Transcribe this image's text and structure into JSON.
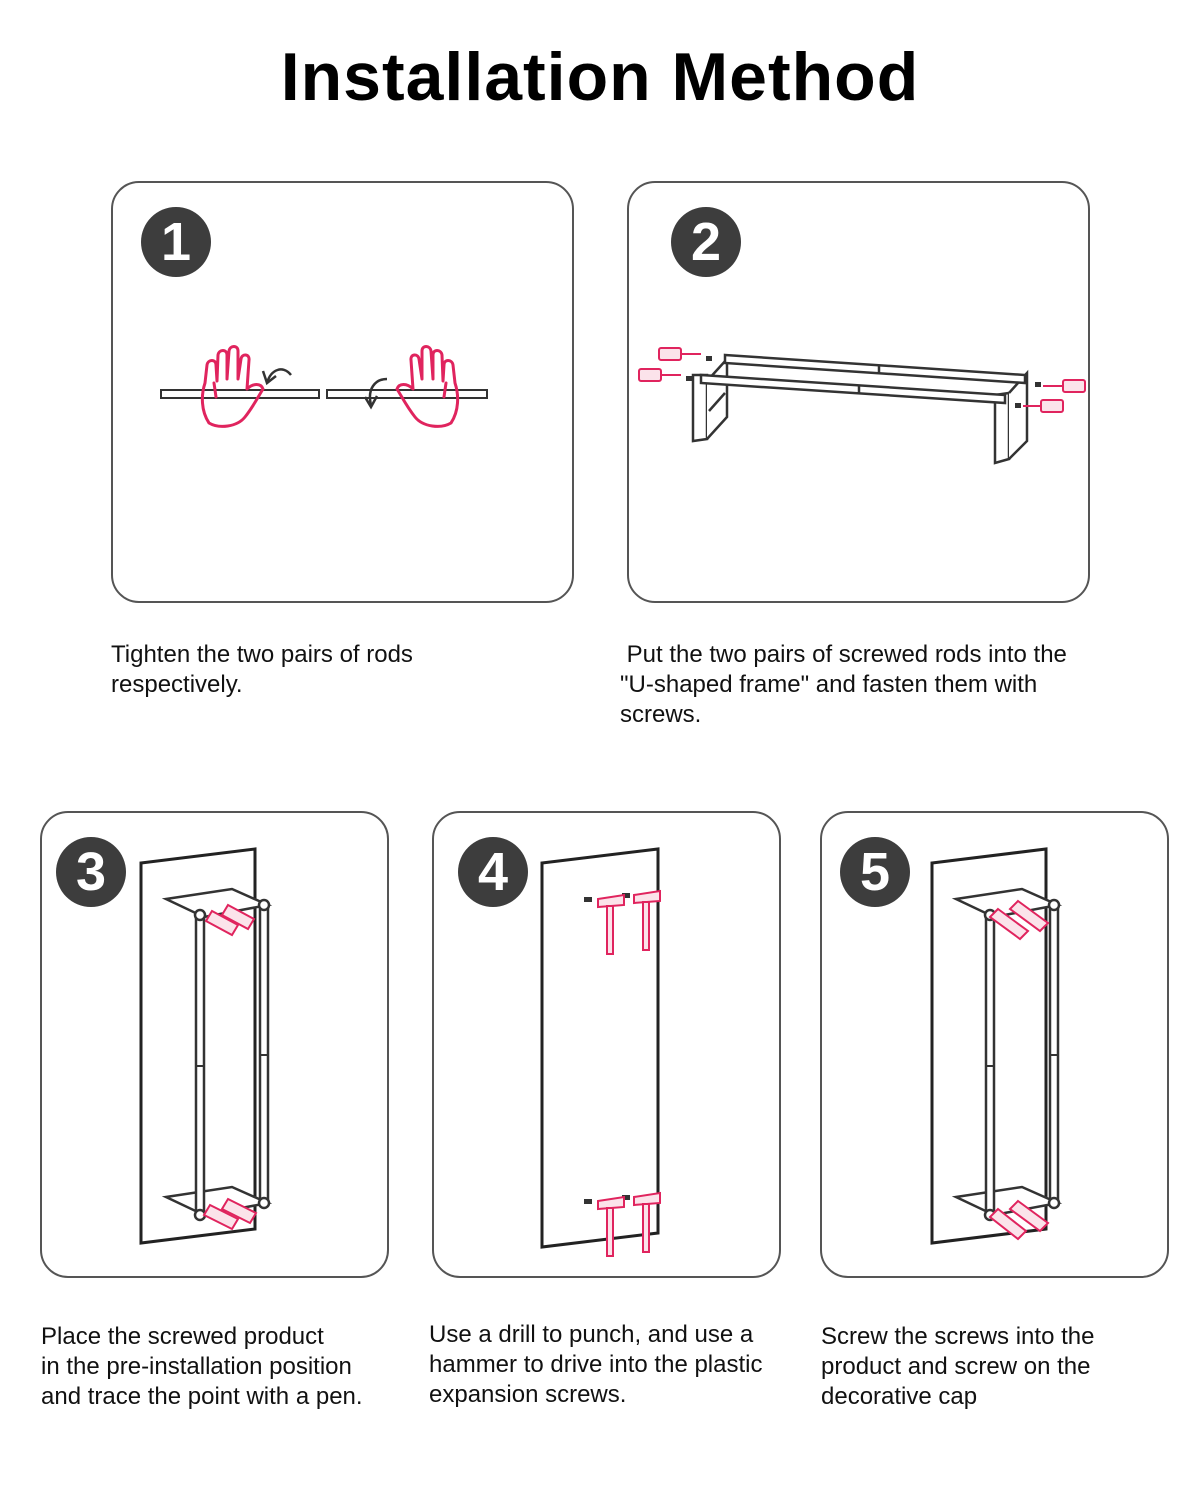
{
  "title": "Installation Method",
  "accent_color": "#e0245e",
  "steps": [
    {
      "number": "1",
      "caption": [
        "Tighten the two pairs of rods",
        "respectively."
      ],
      "icons": [
        "hand-icon",
        "rotate-arrow-icon"
      ]
    },
    {
      "number": "2",
      "caption": [
        " Put the two pairs of screwed rods into the",
        "\"U-shaped frame\" and fasten them with",
        "screws."
      ],
      "icons": [
        "screwdriver-icon"
      ]
    },
    {
      "number": "3",
      "caption": [
        "Place the screwed product",
        "in the pre-installation position",
        "and trace the point with a pen."
      ],
      "icons": [
        "pen-icon"
      ]
    },
    {
      "number": "4",
      "caption": [
        "Use a drill to punch, and use a",
        "hammer to drive into the plastic",
        "expansion screws."
      ],
      "icons": [
        "hammer-icon"
      ]
    },
    {
      "number": "5",
      "caption": [
        "Screw the screws into the",
        "product and screw on the",
        "decorative cap"
      ],
      "icons": [
        "screwdriver-icon"
      ]
    }
  ]
}
